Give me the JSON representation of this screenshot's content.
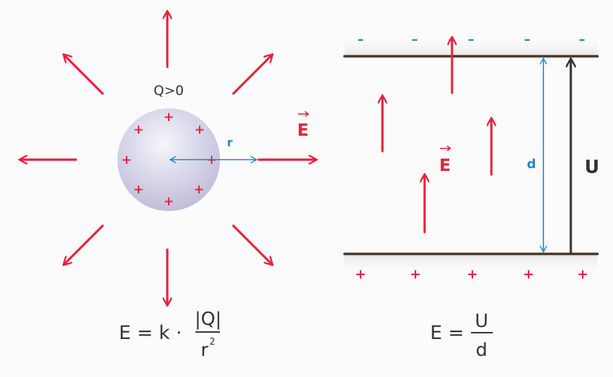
{
  "colors": {
    "field_arrow": "#e8213a",
    "distance": "#1a86c8",
    "voltage": "#333333",
    "plate": "#4a3528",
    "sphere": "#cfcde3"
  },
  "point_charge": {
    "charge_label": "Q>0",
    "field_label": "E",
    "radius_label": "r",
    "surface_charges": [
      "+",
      "+",
      "+",
      "+",
      "+",
      "+",
      "+",
      "+"
    ],
    "formula": {
      "lhs": "E = k ·",
      "numerator": "|Q|",
      "denominator_base": "r",
      "denominator_exp": "2"
    }
  },
  "plate_capacitor": {
    "top_plate_charges": [
      "–",
      "–",
      "–",
      "–",
      "–",
      "–"
    ],
    "bottom_plate_charges": [
      "+",
      "+",
      "+",
      "+",
      "+"
    ],
    "field_label": "E",
    "distance_label": "d",
    "voltage_label": "U",
    "formula": {
      "lhs": "E =",
      "numerator": "U",
      "denominator": "d"
    }
  }
}
